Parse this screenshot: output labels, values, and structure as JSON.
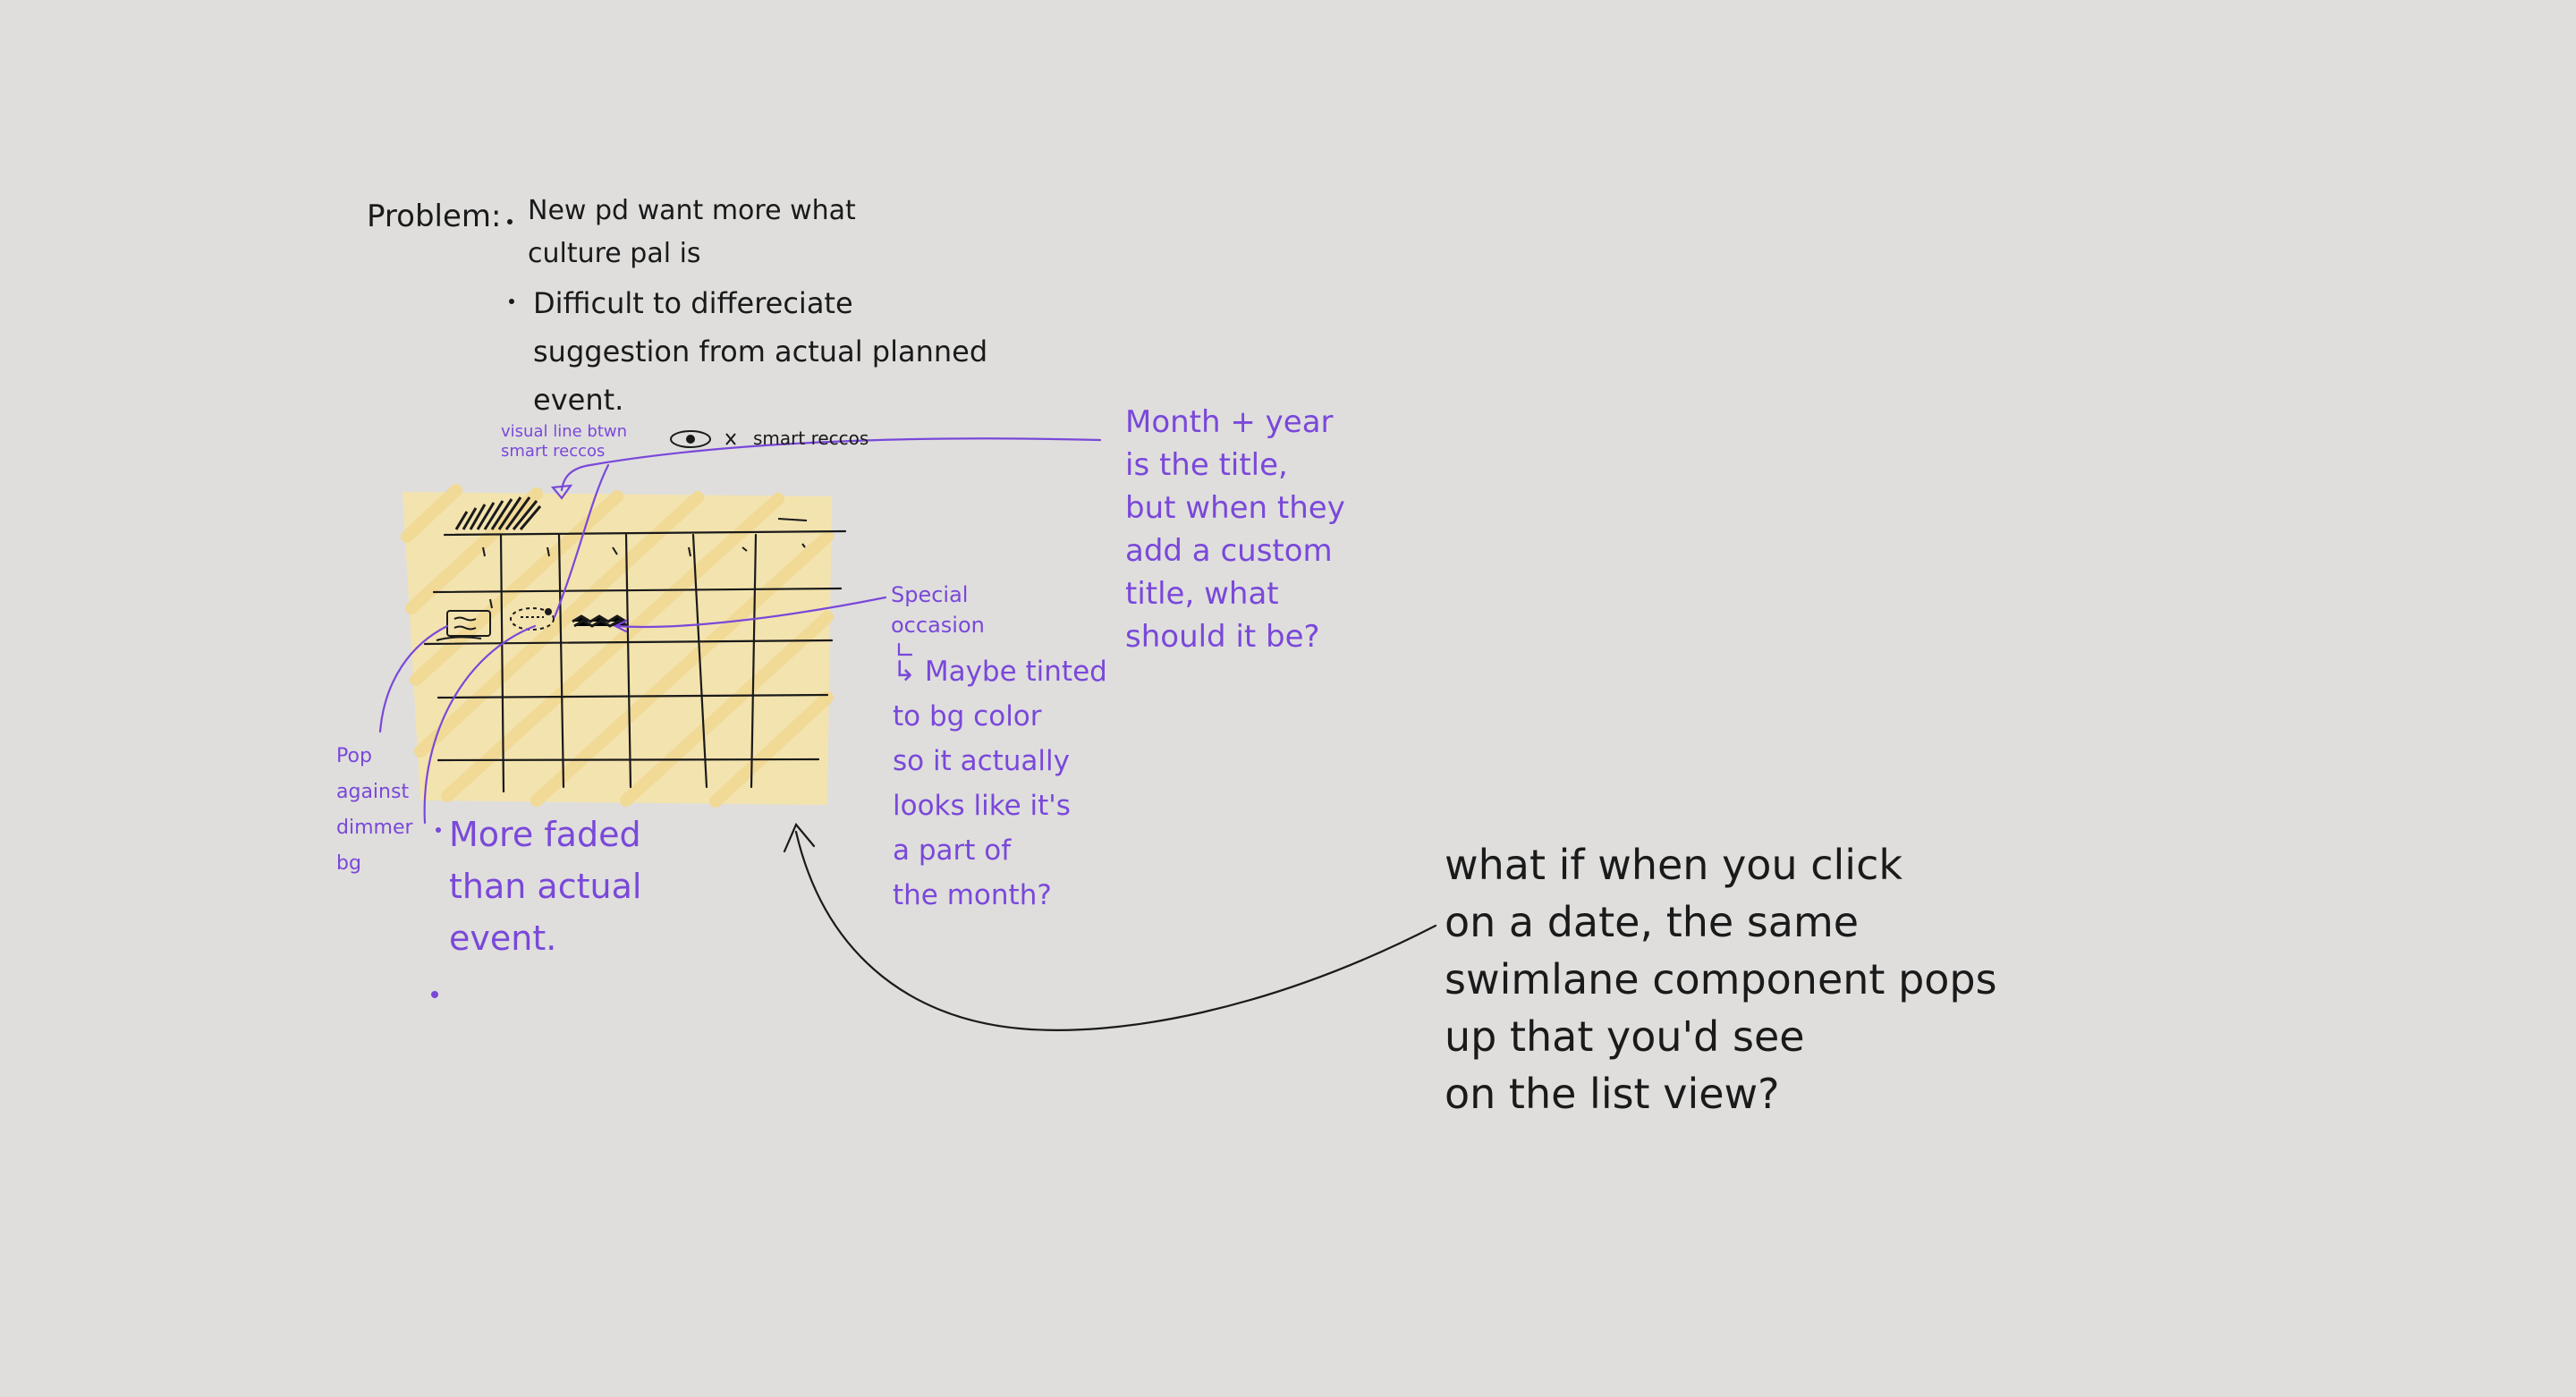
{
  "canvas": {
    "background_color": "#dfdedd",
    "colors": {
      "black_ink": "#1a1a1a",
      "purple_ink": "#7a48d9",
      "highlight_yellow": "#f7e4a6"
    }
  },
  "problem": {
    "heading": "Problem:",
    "bullet_1": "New pd want more what\nculture pal is",
    "bullet_2": "Difficult to differeciate\nsuggestion from actual planned\nevent."
  },
  "notes": {
    "visual_line": "visual line btwn\nsmart reccos",
    "smart_reccos": "smart reccos",
    "month_year": "Month + year\nis the title,\nbut when they\nadd a custom\ntitle, what\nshould it be?",
    "special_occasion": "Special\noccasion",
    "maybe_tinted": "↳ Maybe tinted\n   to bg color\n   so it actually\n   looks like it's\n   a part of\n   the month?",
    "pop_against": "Pop\nagainst\ndimmer\nbg",
    "more_faded": "More faded\nthan actual\nevent.",
    "swimlane": "what if when you click\non a date, the same\nswimlane component pops\nup that you'd see\non the list view?"
  }
}
